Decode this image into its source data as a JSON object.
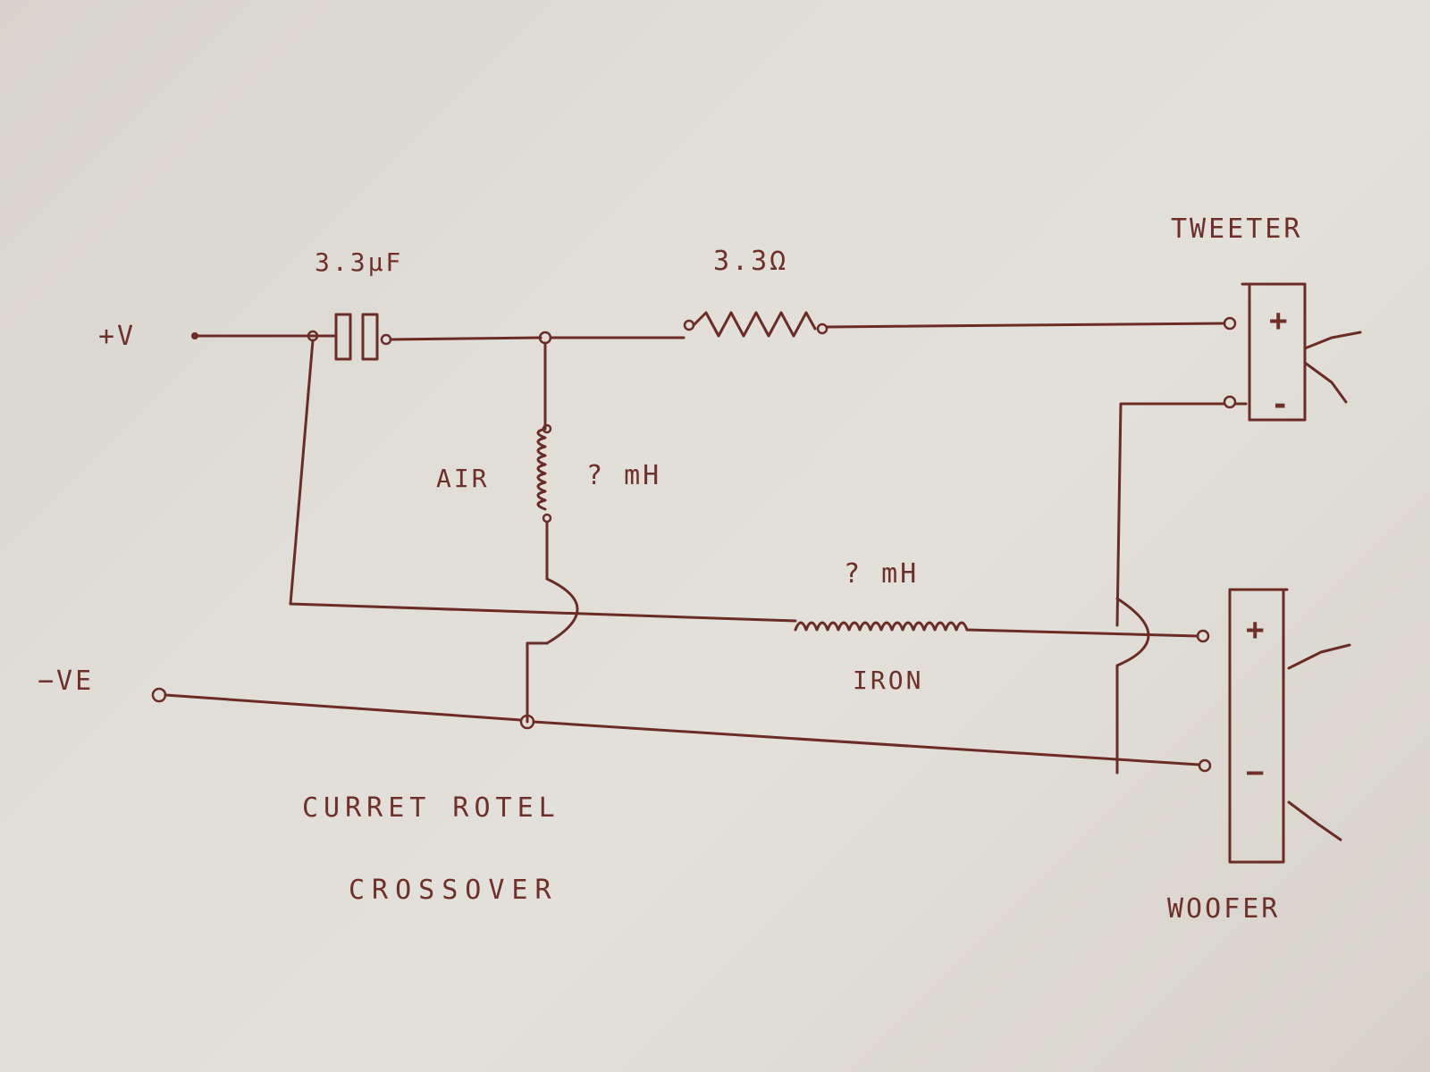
{
  "labels": {
    "plus_v": "+V",
    "minus_ve": "−VE",
    "capacitor": "3.3µF",
    "resistor": "3.3Ω",
    "tweeter": "TWEETER",
    "woofer": "WOOFER",
    "air": "AIR",
    "air_inductor": "? mH",
    "iron_inductor": "? mH",
    "iron": "IRON",
    "caption_line1": "CURRET   ROTEL",
    "caption_line2": "CROSSOVER",
    "tweeter_plus": "+",
    "tweeter_minus": "-",
    "woofer_plus": "+",
    "woofer_minus": "−"
  },
  "colors": {
    "ink": "#6b2c26",
    "paper": "#e1ded8"
  }
}
